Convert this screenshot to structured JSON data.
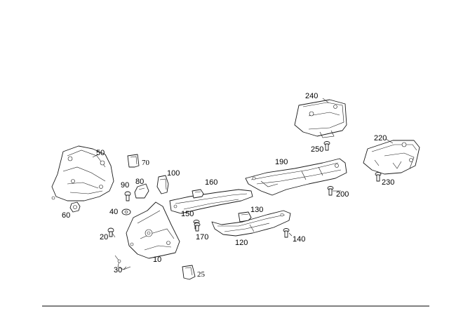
{
  "labels": {
    "p240": "240",
    "p220": "220",
    "p250": "250",
    "p190": "190",
    "p200": "200",
    "p230": "230",
    "p50": "50",
    "p70": "70",
    "p100": "100",
    "p160": "160",
    "p90": "90",
    "p80": "80",
    "p40": "40",
    "p60": "60",
    "p150": "150",
    "p130": "130",
    "p20": "20",
    "p170": "170",
    "p140": "140",
    "p120": "120",
    "p10": "10",
    "p30": "30",
    "p25": "25"
  }
}
